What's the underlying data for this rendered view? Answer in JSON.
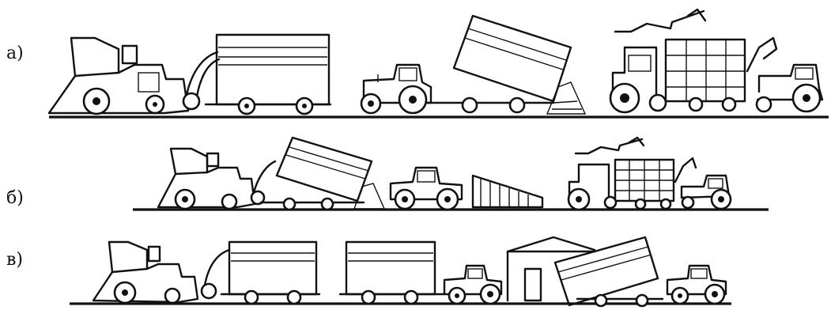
{
  "labels": {
    "row_a": "а)",
    "row_b": "б)",
    "row_v": "в)"
  },
  "colors": {
    "ink": "#111111",
    "background": "#ffffff"
  }
}
